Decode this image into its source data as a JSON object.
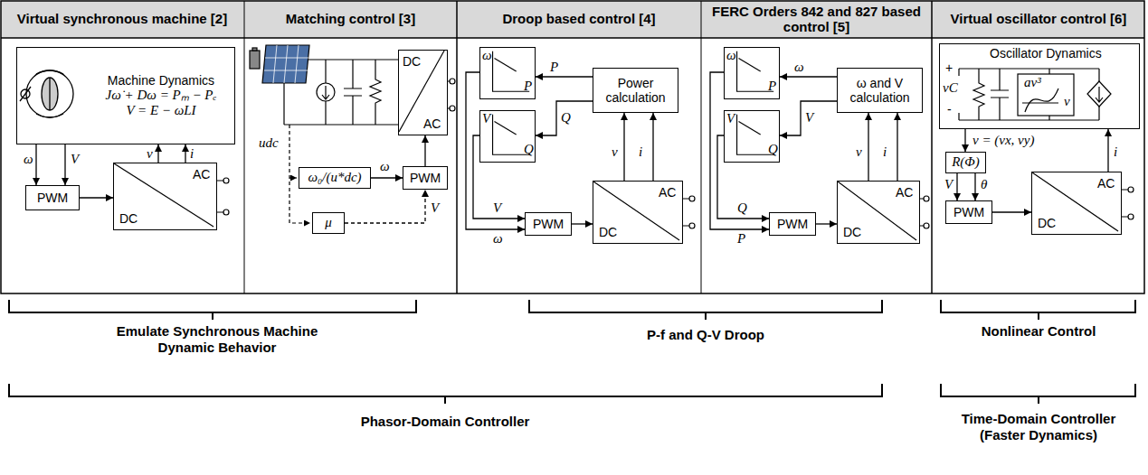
{
  "diagram": {
    "nodes": [
      {
        "text": [
          "Virtual synchronous machine [2]"
        ]
      },
      {
        "text": [
          "Matching control [3]"
        ]
      },
      {
        "text": [
          "Droop based control [4]"
        ]
      },
      {
        "text": [
          "FERC Orders 842 and 827 based control [5]"
        ]
      },
      {
        "text": [
          "Virtual oscillator control [6]"
        ]
      },
      {
        "text": [
          "Machine Dynamics",
          "Jω̇ + Dω = Pₘ − Pₑ",
          "V = E − ωLI"
        ]
      },
      {
        "text": [
          "PWM"
        ]
      },
      {
        "text": [
          "AC",
          "DC"
        ]
      },
      {
        "text": [
          "DC",
          "AC"
        ]
      },
      {
        "text": [
          "ω₀/(u*dc)"
        ]
      },
      {
        "text": [
          "PWM"
        ]
      },
      {
        "text": [
          "μ"
        ]
      },
      {
        "text": [
          "ω",
          "P"
        ]
      },
      {
        "text": [
          "V",
          "Q"
        ]
      },
      {
        "text": [
          "Power calculation"
        ]
      },
      {
        "text": [
          "PWM"
        ]
      },
      {
        "text": [
          "AC",
          "DC"
        ]
      },
      {
        "text": [
          "ω",
          "P"
        ]
      },
      {
        "text": [
          "V",
          "Q"
        ]
      },
      {
        "text": [
          "ω and V calculation"
        ]
      },
      {
        "text": [
          "PWM"
        ]
      },
      {
        "text": [
          "AC",
          "DC"
        ]
      },
      {
        "text": [
          "Oscillator Dynamics",
          "+",
          "vC",
          "-",
          "av³",
          "v"
        ]
      },
      {
        "text": [
          "R(Φ)"
        ]
      },
      {
        "text": [
          "PWM"
        ]
      },
      {
        "text": [
          "AC",
          "DC"
        ]
      }
    ],
    "edges": [
      {
        "from": 5,
        "to": 6,
        "arrow": "to"
      },
      {
        "from": 5,
        "to": 6,
        "arrow": "to"
      },
      {
        "from": 6,
        "to": 7,
        "arrow": "to"
      },
      {
        "from": 7,
        "to": 5,
        "arrow": "to"
      },
      {
        "from": 7,
        "to": 5,
        "arrow": "to"
      },
      {
        "from": 9,
        "to": 10,
        "arrow": "to"
      },
      {
        "from": 11,
        "to": 10,
        "arrow": "to"
      },
      {
        "from": 10,
        "to": 8,
        "arrow": "to"
      },
      {
        "from": 14,
        "to": 12,
        "arrow": "to"
      },
      {
        "from": 14,
        "to": 13,
        "arrow": "to"
      },
      {
        "from": 12,
        "to": 15,
        "arrow": "to"
      },
      {
        "from": 13,
        "to": 15,
        "arrow": "to"
      },
      {
        "from": 15,
        "to": 16,
        "arrow": "to"
      },
      {
        "from": 16,
        "to": 14,
        "arrow": "to"
      },
      {
        "from": 16,
        "to": 14,
        "arrow": "to"
      },
      {
        "from": 19,
        "to": 17,
        "arrow": "to"
      },
      {
        "from": 19,
        "to": 18,
        "arrow": "to"
      },
      {
        "from": 17,
        "to": 20,
        "arrow": "to"
      },
      {
        "from": 18,
        "to": 20,
        "arrow": "to"
      },
      {
        "from": 20,
        "to": 21,
        "arrow": "to"
      },
      {
        "from": 21,
        "to": 19,
        "arrow": "to"
      },
      {
        "from": 21,
        "to": 19,
        "arrow": "to"
      },
      {
        "from": 22,
        "to": 23,
        "arrow": "to"
      },
      {
        "from": 23,
        "to": 24,
        "arrow": "to"
      },
      {
        "from": 23,
        "to": 24,
        "arrow": "to"
      },
      {
        "from": 24,
        "to": 25,
        "arrow": "to"
      },
      {
        "from": 25,
        "to": 22,
        "arrow": "to"
      }
    ],
    "labels": [
      "ω",
      "V",
      "v",
      "i",
      "udc",
      "ω",
      "V",
      "P",
      "Q",
      "V",
      "ω",
      "v",
      "i",
      "ω",
      "V",
      "P",
      "Q",
      "v",
      "i",
      "v = (vx, vy)",
      "V",
      "θ",
      "i",
      "Emulate Synchronous Machine Dynamic Behavior",
      "P-f and Q-V Droop",
      "Nonlinear Control",
      "Phasor-Domain Controller",
      "Time-Domain Controller (Faster Dynamics)"
    ]
  }
}
